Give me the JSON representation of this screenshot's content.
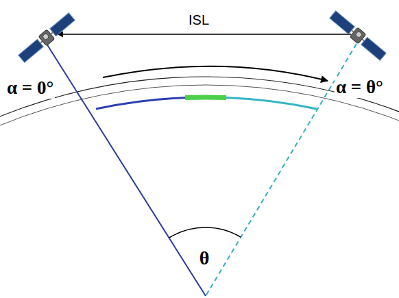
{
  "diagram": {
    "labels": [
      "ISL",
      "α = 0°",
      "α = θ°",
      "θ"
    ]
  }
}
